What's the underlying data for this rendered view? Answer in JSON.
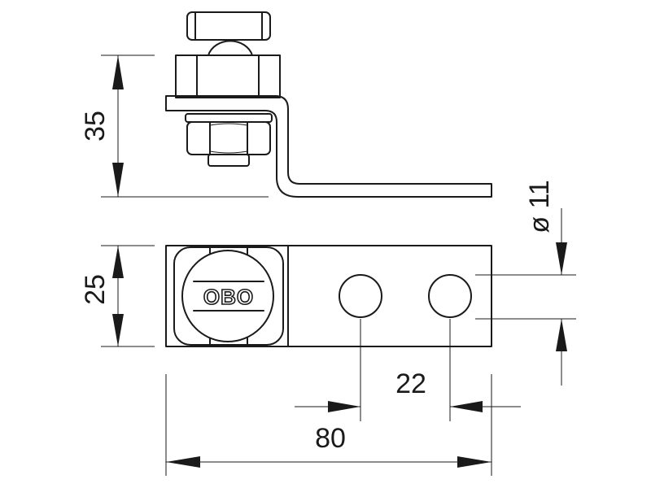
{
  "dimensions": {
    "height_total": "35",
    "width_total": "25",
    "length_total": "80",
    "hole_spacing": "22",
    "hole_diameter": "ø 11"
  },
  "logo_text": "OBO",
  "colors": {
    "line": "#1a1a1a",
    "background": "#ffffff"
  }
}
